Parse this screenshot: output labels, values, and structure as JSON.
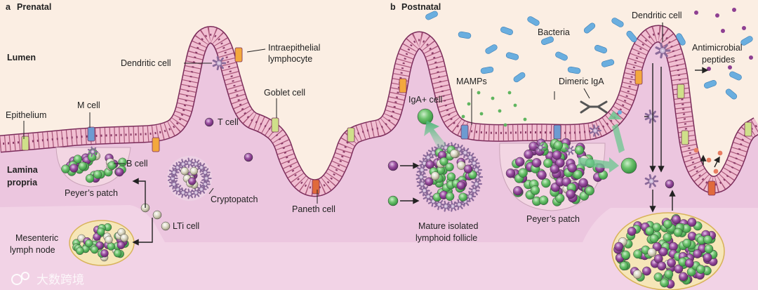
{
  "panels": {
    "a": {
      "letter": "a",
      "title": "Prenatal"
    },
    "b": {
      "letter": "b",
      "title": "Postnatal"
    }
  },
  "regions": {
    "lumen": "Lumen",
    "epithelium": "Epithelium",
    "lamina_line1": "Lamina",
    "lamina_line2": "propria"
  },
  "labels_a": {
    "dendritic_cell": "Dendritic cell",
    "iel_line1": "Intraepithelial",
    "iel_line2": "lymphocyte",
    "m_cell": "M cell",
    "goblet_cell": "Goblet cell",
    "t_cell": "T cell",
    "b_cell": "B cell",
    "peyers_patch": "Peyer’s patch",
    "cryptopatch": "Cryptopatch",
    "paneth_cell": "Paneth cell",
    "lti_cell": "LTi cell",
    "mln_line1": "Mesenteric",
    "mln_line2": "lymph node"
  },
  "labels_b": {
    "iga_cell": "IgA+ cell",
    "mamps": "MAMPs",
    "bacteria": "Bacteria",
    "dimeric_iga": "Dimeric IgA",
    "dendritic_cell": "Dendritic cell",
    "amp_line1": "Antimicrobial",
    "amp_line2": "peptides",
    "mature_line1": "Mature isolated",
    "mature_line2": "lymphoid follicle",
    "peyers_patch": "Peyer’s patch"
  },
  "watermark": "大数跨境",
  "colors": {
    "lumen": "#fbeee3",
    "lamina": "#ecc6df",
    "epithelium": "#f1bfd2",
    "b_cell": "#57b25a",
    "t_cell": "#8e3f92",
    "dendritic": "#b9a0c4",
    "bacteria": "#6aaedf",
    "paneth": "#e06a3c",
    "goblet": "#cfe08a",
    "iel": "#f3a83d",
    "m_cell": "#6d9bd1"
  }
}
